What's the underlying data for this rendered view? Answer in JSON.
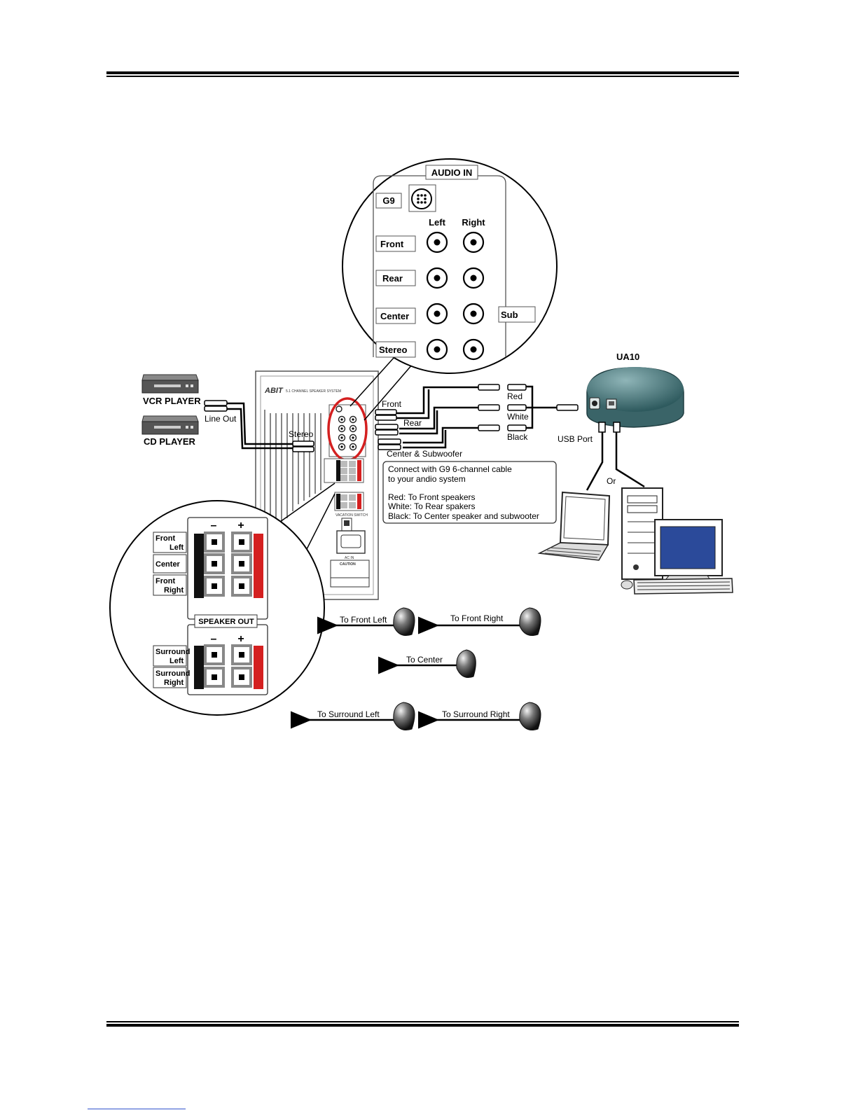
{
  "audio_in": {
    "title": "AUDIO IN",
    "g9": "G9",
    "left": "Left",
    "right": "Right",
    "front": "Front",
    "rear": "Rear",
    "center": "Center",
    "sub": "Sub",
    "stereo": "Stereo"
  },
  "sources": {
    "vcr": "VCR PLAYER",
    "cd": "CD PLAYER",
    "line_out": "Line Out",
    "stereo": "Stereo"
  },
  "connections": {
    "front": "Front",
    "rear": "Rear",
    "center_sub": "Center & Subwoofer",
    "red": "Red",
    "white": "White",
    "black": "Black",
    "usb_port": "USB Port",
    "or": "Or",
    "ua10": "UA10"
  },
  "note": {
    "line1": "Connect with G9 6-channel cable",
    "line2": "to your andio system",
    "line3": "Red: To Front speakers",
    "line4": "White: To Rear spakers",
    "line5": "Black: To Center speaker and subwooter"
  },
  "speaker_out": {
    "title": "SPEAKER OUT",
    "minus": "–",
    "plus": "+",
    "front_left_1": "Front",
    "front_left_2": "Left",
    "center": "Center",
    "front_right_1": "Front",
    "front_right_2": "Right",
    "surround_left_1": "Surround",
    "surround_left_2": "Left",
    "surround_right_1": "Surround",
    "surround_right_2": "Right"
  },
  "speakers": {
    "front_left": "To Front Left",
    "front_right": "To Front Right",
    "center": "To Center",
    "surround_left": "To Surround Left",
    "surround_right": "To Surround Right"
  },
  "panel": {
    "brand": "ABIT",
    "model": "5.1 CHANNEL SPEAKER SYSTEM",
    "vacation": "VACATION SWITCH",
    "ac_in": "AC IN",
    "caution": "CAUTION"
  }
}
